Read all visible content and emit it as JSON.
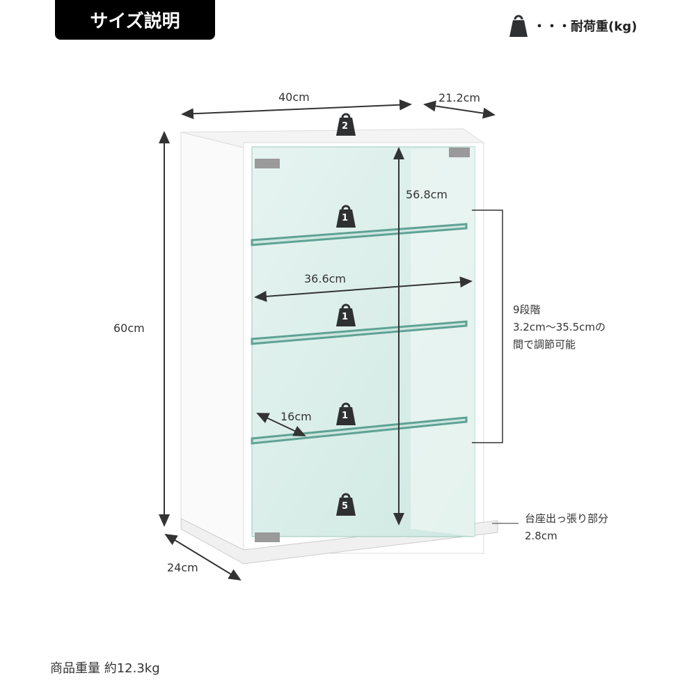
{
  "header": {
    "title": "サイズ説明"
  },
  "legend": {
    "icon": "weight-icon",
    "dots": "・・・",
    "label": "耐荷重(kg)"
  },
  "dimensions": {
    "width": "40cm",
    "depth_top": "21.2cm",
    "height": "60cm",
    "depth": "24cm",
    "inner_height": "56.8cm",
    "inner_width": "36.6cm",
    "shelf_depth": "16cm"
  },
  "loads": {
    "top": "2",
    "shelf1": "1",
    "shelf2": "1",
    "shelf3": "1",
    "bottom": "5"
  },
  "shelf_note": {
    "line1": "9段階",
    "line2": "3.2cm〜35.5cmの",
    "line3": "間で調節可能"
  },
  "base_note": {
    "line1": "台座出っ張り部分",
    "line2": "2.8cm"
  },
  "product_weight": "商品重量 約12.3kg",
  "colors": {
    "title_bg": "#000000",
    "glass": "#dff0ec",
    "weight_icon": "#2f3032"
  }
}
